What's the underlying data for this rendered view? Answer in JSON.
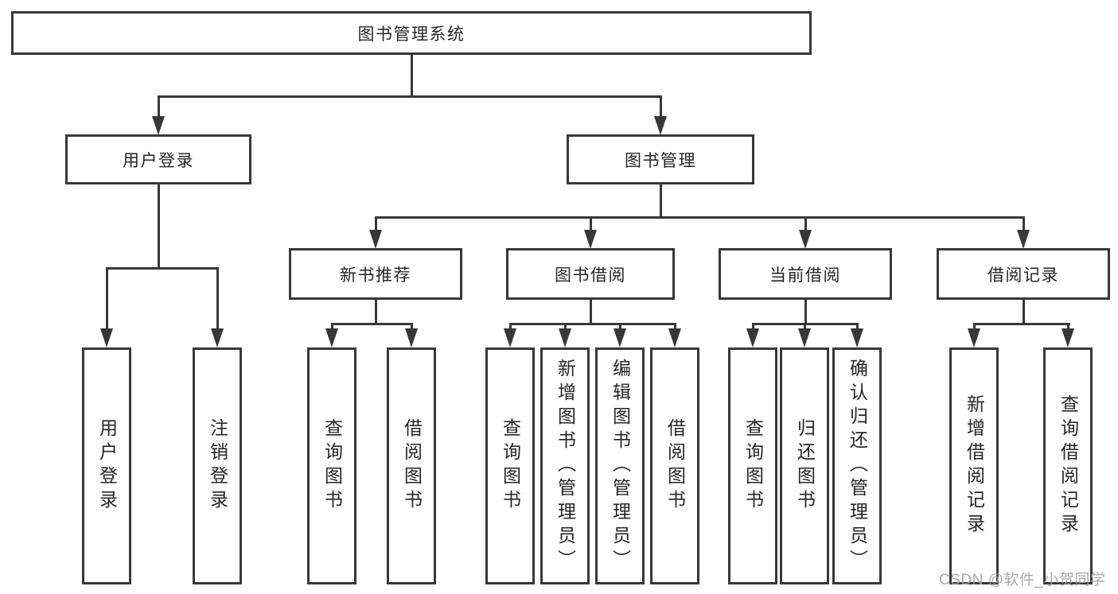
{
  "tree": {
    "root": {
      "label": "图书管理系统"
    },
    "branches": [
      {
        "label": "用户登录",
        "children": [
          {
            "label": "用户登录"
          },
          {
            "label": "注销登录"
          }
        ]
      },
      {
        "label": "图书管理",
        "children": [
          {
            "label": "新书推荐",
            "children": [
              {
                "label": "查询图书"
              },
              {
                "label": "借阅图书"
              }
            ]
          },
          {
            "label": "图书借阅",
            "children": [
              {
                "label": "查询图书"
              },
              {
                "label": "新增图书（管理员）"
              },
              {
                "label": "编辑图书（管理员）"
              },
              {
                "label": "借阅图书"
              }
            ]
          },
          {
            "label": "当前借阅",
            "children": [
              {
                "label": "查询图书"
              },
              {
                "label": "归还图书"
              },
              {
                "label": "确认归还（管理员）"
              }
            ]
          },
          {
            "label": "借阅记录",
            "children": [
              {
                "label": "新增借阅记录"
              },
              {
                "label": "查询借阅记录"
              }
            ]
          }
        ]
      }
    ]
  },
  "watermark": {
    "text": "CSDN @软件_小贺同学"
  },
  "colors": {
    "line": "#383838",
    "text": "#262626",
    "watermark": "#a2a2a2",
    "background": "#ffffff"
  }
}
